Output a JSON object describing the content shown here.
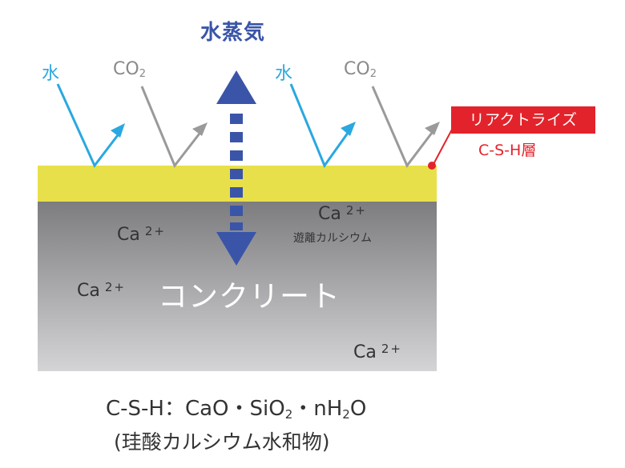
{
  "labels": {
    "steam": "水蒸気",
    "water": "水",
    "co2_main": "CO",
    "co2_sub": "2",
    "callout_title": "リアクトライズ",
    "callout_sub": "C-S-H層",
    "ca_main": "Ca",
    "ca_charge": "2+",
    "free_calcium": "遊離カルシウム",
    "concrete": "コンクリート",
    "formula": {
      "p1": "C-S-H：CaO・SiO",
      "s1": "2",
      "p2": "・nH",
      "s2": "2",
      "p3": "O"
    },
    "formula_note": "(珪酸カルシウム水和物)"
  },
  "colors": {
    "water_arrow": "#2aa8e0",
    "co2_arrow": "#9a9a9a",
    "steam_arrow": "#3a55a8",
    "layer": "#e8e04a",
    "callout": "#e3232b",
    "concrete_top": "#7d7d7f",
    "concrete_bottom": "#d4d4d6"
  }
}
